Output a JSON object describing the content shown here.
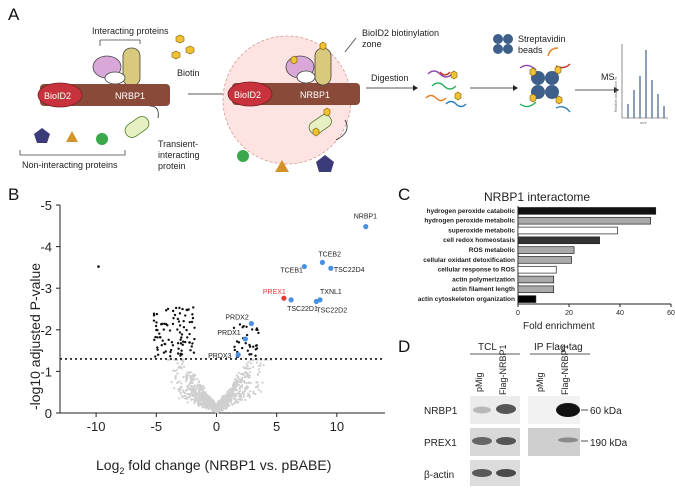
{
  "panel_a": {
    "letter": "A",
    "interacting_proteins": "Interacting proteins",
    "biotin": "Biotin",
    "bioid2": "BioID2",
    "nrbp1": "NRBP1",
    "transient": [
      "Transient-",
      "interacting",
      "protein"
    ],
    "non_interacting": "Non-interacting proteins",
    "zone": [
      "BioID2 biotinylation",
      "zone"
    ],
    "streptavidin": [
      "Streptavidin",
      "beads"
    ],
    "digestion": "Digestion",
    "ms": "MS",
    "ms_ylabel": "Relative abundance %",
    "ms_xlabel": "m/z"
  },
  "panel_b": {
    "letter": "B",
    "xlabel_main": "Log",
    "xlabel_sub": "2",
    "xlabel_rest": " fold change (NRBP1 vs. pBABE)",
    "ylabel": "-log10 adjusted P-value"
  },
  "panel_c": {
    "letter": "C",
    "title": "NRBP1 interactome",
    "xlabel": "Fold enrichment"
  },
  "panel_d": {
    "letter": "D",
    "tcl": "TCL",
    "ip": "IP Flag-tag",
    "lanes": [
      "pMig",
      "Flag-NRBP1",
      "pMig",
      "Flag-NRBP1"
    ],
    "rows": [
      "NRBP1",
      "PREX1",
      "β-actin"
    ],
    "sizes": [
      "60 kDa",
      "190 kDa"
    ]
  },
  "chart_data": [
    {
      "type": "scatter",
      "xlim": [
        -13,
        14
      ],
      "ylim": [
        0,
        -5
      ],
      "x_ticks": [
        -10,
        -5,
        0,
        5,
        10
      ],
      "y_ticks": [
        0,
        -1,
        -2,
        -3,
        -4,
        -5
      ],
      "threshold_y": -1.3,
      "labeled_points": [
        {
          "label": "NRBP1",
          "x": 12.4,
          "y": -4.48,
          "color": "#4a90e2"
        },
        {
          "label": "TCEB2",
          "x": 8.8,
          "y": -3.62,
          "color": "#4a90e2"
        },
        {
          "label": "TCEB1",
          "x": 7.3,
          "y": -3.52,
          "color": "#4a90e2"
        },
        {
          "label": "TSC22D4",
          "x": 9.5,
          "y": -3.48,
          "color": "#4a90e2"
        },
        {
          "label": "PREX1",
          "x": 5.6,
          "y": -2.76,
          "color": "#e53935"
        },
        {
          "label": "TXNL1",
          "x": 8.6,
          "y": -2.72,
          "color": "#4a90e2"
        },
        {
          "label": "TSC22D1",
          "x": 6.2,
          "y": -2.72,
          "color": "#4a90e2"
        },
        {
          "label": "TSC22D2",
          "x": 8.3,
          "y": -2.68,
          "color": "#4a90e2"
        },
        {
          "label": "PRDX2",
          "x": 2.9,
          "y": -2.15,
          "color": "#4a90e2"
        },
        {
          "label": "PRDX1",
          "x": 2.4,
          "y": -1.78,
          "color": "#4a90e2"
        },
        {
          "label": "PRDX3",
          "x": 1.8,
          "y": -1.4,
          "color": "#4a90e2"
        }
      ]
    },
    {
      "type": "bar",
      "title": "NRBP1 interactome",
      "xlabel": "Fold enrichment",
      "xlim": [
        0,
        60
      ],
      "x_ticks": [
        0,
        20,
        40,
        60
      ],
      "categories": [
        "hydrogen peroxide catabolic",
        "hydrogen peroxide metabolic",
        "superoxide metabolic",
        "cell redox homeostasis",
        "ROS metabolic",
        "cellular oxidant detoxification",
        "cellular response to ROS",
        "actin polymerization",
        "actin filament length",
        "actin cytoskeleton organization"
      ],
      "values": [
        54,
        52,
        39,
        32,
        22,
        21,
        15,
        14,
        14,
        7
      ],
      "colors": [
        "#111111",
        "#aaaaaa",
        "#ffffff",
        "#333333",
        "#aaaaaa",
        "#aaaaaa",
        "#ffffff",
        "#aaaaaa",
        "#aaaaaa",
        "#000000"
      ]
    }
  ]
}
